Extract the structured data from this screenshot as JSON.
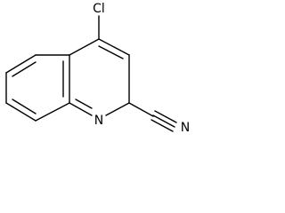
{
  "molecule": {
    "atoms": {
      "chlorine": "Cl",
      "ring_nitrogen": "N",
      "nitrile_nitrogen": "N"
    }
  },
  "colors": {
    "background": "#ffffff",
    "ink": "#000000"
  }
}
